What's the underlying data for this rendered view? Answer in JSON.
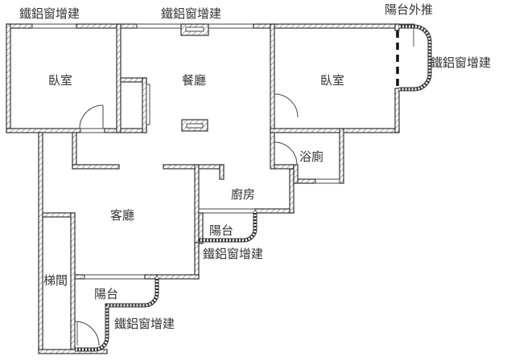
{
  "plan": {
    "rooms": {
      "bedroom_left": "臥室",
      "dining": "餐廳",
      "bedroom_right": "臥室",
      "bathroom": "浴廁",
      "kitchen": "廚房",
      "living": "客廳",
      "balcony_kitchen": "陽台",
      "stairwell": "梯間",
      "balcony_lower": "陽台"
    },
    "annotations": {
      "top_left": "鐵鋁窗增建",
      "top_center": "鐵鋁窗增建",
      "top_right": "陽台外推",
      "right": "鐵鋁窗增建",
      "middle": "鐵鋁窗增建",
      "bottom": "鐵鋁窗增建"
    },
    "colors": {
      "wall_line": "#333333",
      "text": "#333333",
      "background": "#ffffff"
    }
  }
}
